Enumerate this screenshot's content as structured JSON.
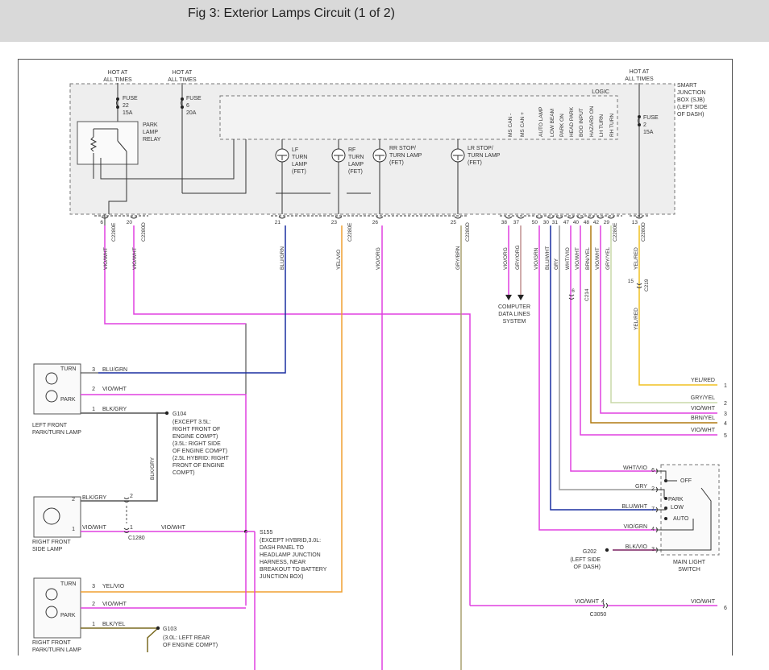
{
  "header": {
    "title": "Fig 3: Exterior Lamps Circuit (1 of 2)"
  },
  "colors": {
    "pink": "#e040e0",
    "blue": "#1a2fa0",
    "orange": "#f0a030",
    "olive": "#a8a070",
    "yellow": "#f0c020",
    "gray": "#9a9a9a",
    "greenish": "#c8d8a8",
    "dkorange": "#b07a10"
  },
  "sjb": {
    "hot1": [
      "HOT AT",
      "ALL TIMES"
    ],
    "hot2": [
      "HOT AT",
      "ALL TIMES"
    ],
    "hot3": [
      "HOT AT",
      "ALL TIMES"
    ],
    "fuse1": [
      "FUSE",
      "22",
      "15A"
    ],
    "fuse2": [
      "FUSE",
      "6",
      "20A"
    ],
    "fuse3": [
      "FUSE",
      "2",
      "15A"
    ],
    "relay": [
      "PARK",
      "LAMP",
      "RELAY"
    ],
    "title": [
      "SMART",
      "JUNCTION",
      "BOX (SJB)",
      "(LEFT SIDE",
      "OF DASH)"
    ],
    "logic": "LOGIC",
    "lamps": [
      [
        "LF",
        "TURN",
        "LAMP",
        "(FET)"
      ],
      [
        "RF",
        "TURN",
        "LAMP",
        "(FET)"
      ],
      [
        "RR STOP/",
        "TURN LAMP",
        "(FET)"
      ],
      [
        "LR STOP/",
        "TURN LAMP",
        "(FET)"
      ]
    ],
    "logic_inputs": [
      "MS CAN -",
      "MS CAN +",
      "AUTO LAMP",
      "LOW BEAM",
      "PARK ON",
      "HEAD PARK",
      "BOO INPUT",
      "HAZARD ON",
      "LH TURN",
      "RH TURN"
    ]
  },
  "pins": [
    "6",
    "20",
    "21",
    "23",
    "26",
    "25",
    "38",
    "37",
    "50",
    "30",
    "31",
    "47",
    "40",
    "48",
    "42",
    "29",
    "13"
  ],
  "connectors": [
    "C2280E",
    "C2280D",
    "C2280E",
    "C2280D",
    "C2280E",
    "C2280D",
    "C214",
    "C219"
  ],
  "wires": [
    "VIO/WHT",
    "VIO/WHT",
    "BLU/GRN",
    "YEL/VIO",
    "VIO/ORG",
    "GRY/BRN",
    "VIO/ORG",
    "GRY/ORG",
    "VIO/GRN",
    "BLU/WHT",
    "GRY",
    "WHT/VIO",
    "VIO/WHT",
    "BRN/YEL",
    "VIO/WHT",
    "GRY/YEL",
    "YEL/RED",
    "YEL/RED"
  ],
  "c214_pin": "6",
  "c219_pin": "15",
  "computer": [
    "COMPUTER",
    "DATA LINES",
    "SYSTEM"
  ],
  "right_bundle": [
    {
      "wire": "YEL/RED",
      "num": "1"
    },
    {
      "wire": "GRY/YEL",
      "num": "2"
    },
    {
      "wire": "VIO/WHT",
      "num": "3"
    },
    {
      "wire": "BRN/YEL",
      "num": "4"
    },
    {
      "wire": "VIO/WHT",
      "num": "5"
    }
  ],
  "lf_lamp": {
    "labels": [
      "TURN",
      "PARK"
    ],
    "name": [
      "LEFT FRONT",
      "PARK/TURN LAMP"
    ],
    "pins": [
      "3",
      "2",
      "1"
    ],
    "wires": [
      "BLU/GRN",
      "VIO/WHT",
      "BLK/GRY"
    ]
  },
  "g104": {
    "name": "G104",
    "note": [
      "(EXCEPT 3.5L:",
      "RIGHT FRONT OF",
      "ENGINE COMPT)",
      "(3.5L: RIGHT SIDE",
      "OF ENGINE COMPT)",
      "(2.5L HYBRID: RIGHT",
      "FRONT OF ENGINE",
      "COMPT)"
    ],
    "wire": "BLK/GRY"
  },
  "rf_side": {
    "name": [
      "RIGHT FRONT",
      "SIDE LAMP"
    ],
    "pins": [
      "2",
      "1"
    ],
    "wires": [
      "BLK/GRY",
      "VIO/WHT",
      "VIO/WHT"
    ],
    "c1280": "C1280",
    "c1280_pins": [
      "2",
      "1"
    ]
  },
  "s155": {
    "name": "S155",
    "note": [
      "(EXCEPT HYBRID,3.0L:",
      "DASH PANEL TO",
      "HEADLAMP JUNCTION",
      "HARNESS, NEAR",
      "BREAKOUT TO BATTERY",
      "JUNCTION BOX)"
    ]
  },
  "rf_lamp": {
    "labels": [
      "TURN",
      "PARK"
    ],
    "name": [
      "RIGHT FRONT",
      "PARK/TURN LAMP"
    ],
    "pins": [
      "3",
      "2",
      "1"
    ],
    "wires": [
      "YEL/VIO",
      "VIO/WHT",
      "BLK/YEL"
    ]
  },
  "g103": {
    "name": "G103",
    "note": [
      "(3.0L: LEFT REAR",
      "OF ENGINE COMPT)"
    ]
  },
  "switch": {
    "name": [
      "MAIN LIGHT",
      "SWITCH"
    ],
    "positions": [
      "OFF",
      "PARK",
      "LOW",
      "AUTO"
    ],
    "pins": [
      {
        "wire": "WHT/VIO",
        "num": "6"
      },
      {
        "wire": "GRY",
        "num": "2"
      },
      {
        "wire": "BLU/WHT",
        "num": "7"
      },
      {
        "wire": "VIO/GRN",
        "num": "4"
      },
      {
        "wire": "BLK/VIO",
        "num": "3"
      }
    ]
  },
  "g202": {
    "name": "G202",
    "note": [
      "(LEFT SIDE",
      "OF DASH)"
    ]
  },
  "c3050": {
    "name": "C3050",
    "pin": "4",
    "wire_left": "VIO/WHT",
    "wire_right": "VIO/WHT",
    "num": "6"
  }
}
